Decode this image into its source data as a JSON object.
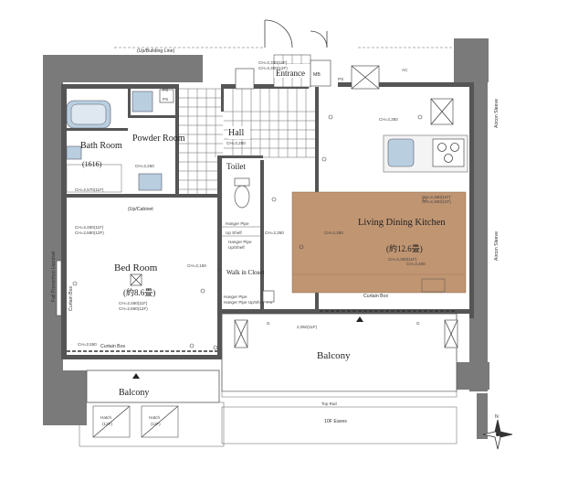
{
  "plan": {
    "rooms": {
      "bath": "Bath Room",
      "bath_size": "(1616)",
      "powder": "Powder Room",
      "hall": "Hall",
      "toilet": "Toilet",
      "entrance": "Entrance",
      "bedroom": "Bed Room",
      "bedroom_size": "(約8.6畳)",
      "ldk": "Living Dining Kitchen",
      "ldk_size": "(約12.6畳)",
      "wic": "Walk in Closet",
      "balcony_main": "Balcony",
      "balcony_small": "Balcony"
    },
    "annotations": {
      "up_building_line": "(Up/Building Line)",
      "up_cabinet": "(Up/Cabinet",
      "curtain_box_bed": "Curtain Box",
      "curtain_box_ldk": "Curtain Box",
      "curtain_box_side": "Curtain Box",
      "hanger_pipe_1": "Hanger Pipe",
      "hanger_pipe_2": "Hanger Pipe",
      "hanger_pipe_3": "Hanger Pipe",
      "up_shelf": "Up Shelf",
      "up_shelf_2": "Up/Shelf",
      "hanger_pipe_shelf": "Hanger Pipe Up/Shelf",
      "top_rail": "Top Rail",
      "eaves": "10F Eaves",
      "ps_1": "PS",
      "ps_2": "PS",
      "ps_3": "PS",
      "ps_4": "PS",
      "mb": "MB",
      "ac_1": "Aircon Sleeve",
      "ac_2": "Aircon Sleeve",
      "prevention_handrail": "Fall Prevention Handrail",
      "hatch_left": "Hatch",
      "hatch_left_sub": "(12F)",
      "hatch_right": "Hatch",
      "hatch_right_sub": "(11F)",
      "g": "G",
      "g2": "G",
      "ac_unit": "AC"
    },
    "ceiling_heights": {
      "ldk_1": "CH=2,460(11F)",
      "ldk_2": "CH=2,480(12F)",
      "ldk_3": "CH=2,300(11F)",
      "bed_1": "CH=2,460(11F)",
      "bed_2": "CH=2,580(12F)",
      "bed_3": "CH=2,460(11F)",
      "bed_4": "CH=2,560(12F)",
      "hall": "CH=2,250",
      "kitchen": "CH=2,350",
      "entrance_1": "CH=2,330(11F)",
      "entrance_2": "CH=2,300(12F)",
      "powder": "CH=2,250",
      "bath": "CH=2,570(11F)",
      "mid_1": "CH=2,350",
      "mid_2": "CH=2,350",
      "bed_low": "CH=2,550",
      "bed_side": "CH=2,150",
      "ldk_low": "CH=2,400",
      "balcony_h": "2,050(11F)",
      "wic": "CH=2,050"
    },
    "compass": {
      "north": "N"
    },
    "colors": {
      "floor_wood": "#c09572",
      "fixture_blue": "#b9cfe0",
      "wall": "#555555",
      "outer_wall": "#7a7a7a"
    }
  }
}
